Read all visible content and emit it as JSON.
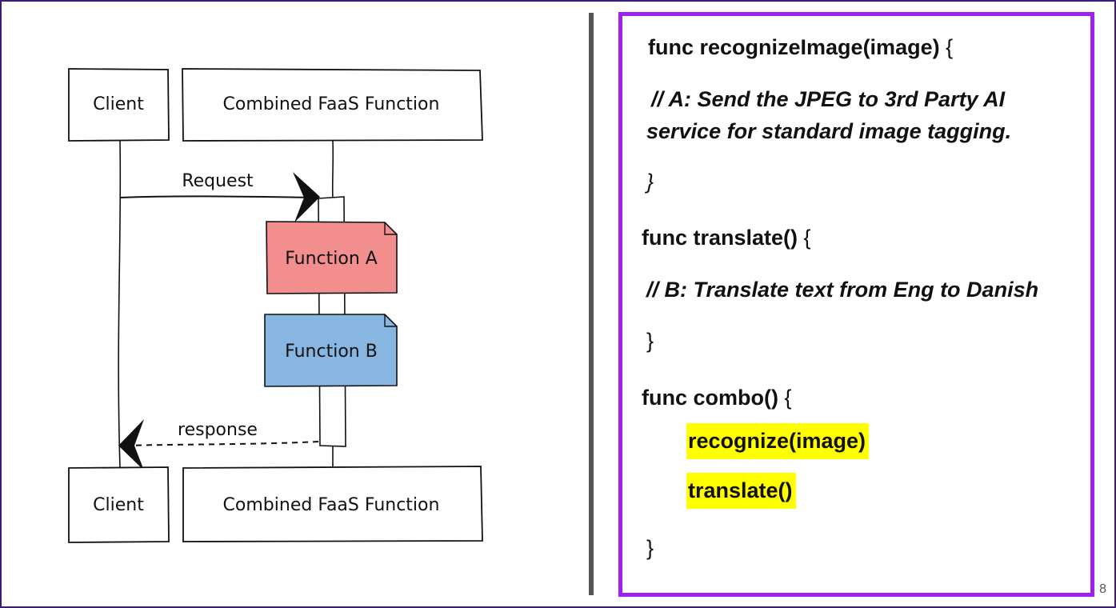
{
  "diagram": {
    "top_client": "Client",
    "top_function": "Combined FaaS Function",
    "bottom_client": "Client",
    "bottom_function": "Combined FaaS Function",
    "request_label": "Request",
    "response_label": "response",
    "note_a": "Function A",
    "note_b": "Function B",
    "note_a_color": "#f28e8e",
    "note_b_color": "#88b6e2"
  },
  "code": {
    "line1": "func recognizeImage(image)",
    "brace_open": "{",
    "comment_a_1": "// A: Send the JPEG to 3rd Party AI",
    "comment_a_2": "service for standard image tagging.",
    "brace_close_1": "}",
    "line2": "func translate()",
    "comment_b": "// B: Translate text from Eng to Danish",
    "brace_close_2": "}",
    "line3": "func combo()",
    "call1": "recognize(image)",
    "call2": "translate()",
    "brace_close_3": "}",
    "highlight_color": "#ffff00"
  },
  "page_number": "8",
  "colors": {
    "border": "#3a1a7a",
    "code_border": "#a020f0",
    "divider": "#555555"
  }
}
